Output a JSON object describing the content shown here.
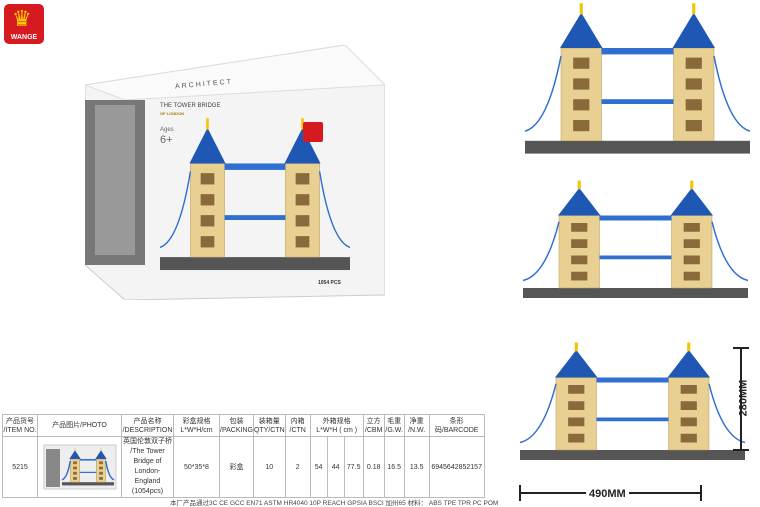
{
  "brand": {
    "name": "WANGE",
    "color": "#d71920"
  },
  "box": {
    "series": "ARCHITECT",
    "title": "THE TOWER BRIDGE",
    "subtitle": "OF LONDON",
    "ages_label": "Ages",
    "ages": "6+",
    "pieces": "1054 PCS"
  },
  "table": {
    "headers": [
      [
        "产品货号",
        "/ITEM NO."
      ],
      [
        "产品图片/PHOTO",
        ""
      ],
      [
        "产品名称",
        "/DESCRIPTION"
      ],
      [
        "彩盒规格",
        "L*W*H/cm"
      ],
      [
        "包装",
        "/PACKING"
      ],
      [
        "装箱量",
        "QTY/CTN"
      ],
      [
        "内箱",
        "/CTN"
      ],
      [
        "外箱规格",
        "L*W*H ( cm )"
      ],
      [
        "立方",
        "/CBM"
      ],
      [
        "毛重",
        "/G.W."
      ],
      [
        "净重",
        "/N.W."
      ],
      [
        "条形码/BARCODE",
        ""
      ]
    ],
    "row": {
      "item_no": "5215",
      "description": [
        "英国伦敦双子桥",
        "/The Tower",
        "Bridge of",
        "London-England",
        "(1054pcs)"
      ],
      "box_size": "50*35*8",
      "packing": "彩盒",
      "qty_ctn": "10",
      "inner_ctn": "2",
      "ctn_l": "54",
      "ctn_w": "44",
      "ctn_h": "77.5",
      "cbm": "0.18",
      "gw": "16.5",
      "nw": "13.5",
      "barcode": "6945642852157"
    }
  },
  "certifications": "本厂产品通过3C  CE  GCC  EN71  ASTM  HR4040 10P  REACH  GPSIA  BSCI  加州65   材料： ABS TPE TPR PC POM",
  "dimensions": {
    "height": "280MM",
    "width": "490MM"
  },
  "colors": {
    "tower": "#e8cf92",
    "roof": "#1f57b5",
    "walkway": "#2f6fd0",
    "base": "#555555",
    "gold": "#f5c400"
  }
}
